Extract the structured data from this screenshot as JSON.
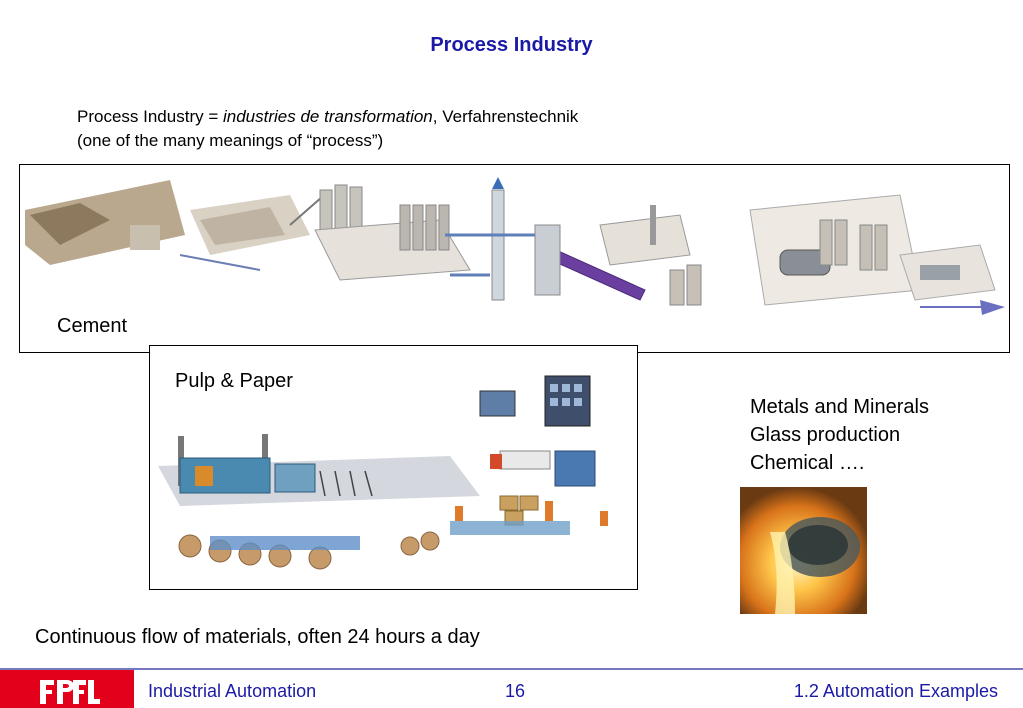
{
  "slide": {
    "title": "Process Industry",
    "intro_prefix": "Process Industry = ",
    "intro_italic": "industries de transformation",
    "intro_suffix": ", Verfahrenstechnik",
    "intro_line2": "(one of the many meanings of “process”)",
    "cement_label": "Cement",
    "pulp_label": "Pulp & Paper",
    "metals_lines": [
      "Metals and Minerals",
      "Glass production",
      "Chemical …."
    ],
    "continuous_text": "Continuous flow of materials, often 24 hours a day"
  },
  "footer": {
    "left": "Industrial Automation",
    "page": "16",
    "right": "1.2 Automation Examples"
  },
  "colors": {
    "title_blue": "#1a1aa6",
    "epfl_red": "#e3001b",
    "footer_line": "#7777c0"
  },
  "icons": {
    "logo": "epfl-logo",
    "cement": "cement-plant-illustration",
    "pulp": "pulp-paper-illustration",
    "steel": "molten-metal-photo"
  }
}
